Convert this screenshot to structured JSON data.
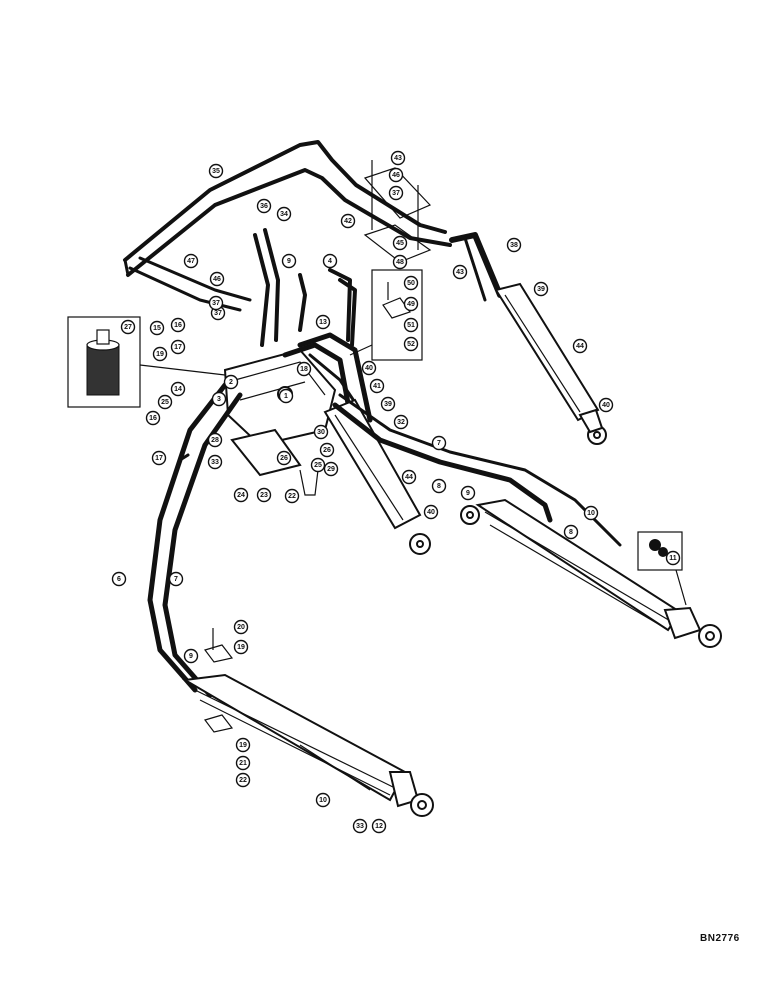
{
  "drawing_code": "BN2776",
  "callouts": [
    "35",
    "36",
    "34",
    "43",
    "46",
    "37",
    "42",
    "45",
    "48",
    "38",
    "43",
    "39",
    "44",
    "40",
    "47",
    "46",
    "37",
    "9",
    "4",
    "50",
    "49",
    "51",
    "52",
    "27",
    "15",
    "16",
    "37",
    "13",
    "19",
    "17",
    "2",
    "3",
    "14",
    "1",
    "18",
    "40",
    "41",
    "39",
    "32",
    "25",
    "16",
    "17",
    "28",
    "33",
    "30",
    "26",
    "29",
    "24",
    "23",
    "26",
    "22",
    "25",
    "7",
    "8",
    "44",
    "40",
    "9",
    "10",
    "8",
    "11",
    "6",
    "7",
    "20",
    "19",
    "9",
    "19",
    "21",
    "22",
    "10",
    "33",
    "12"
  ]
}
